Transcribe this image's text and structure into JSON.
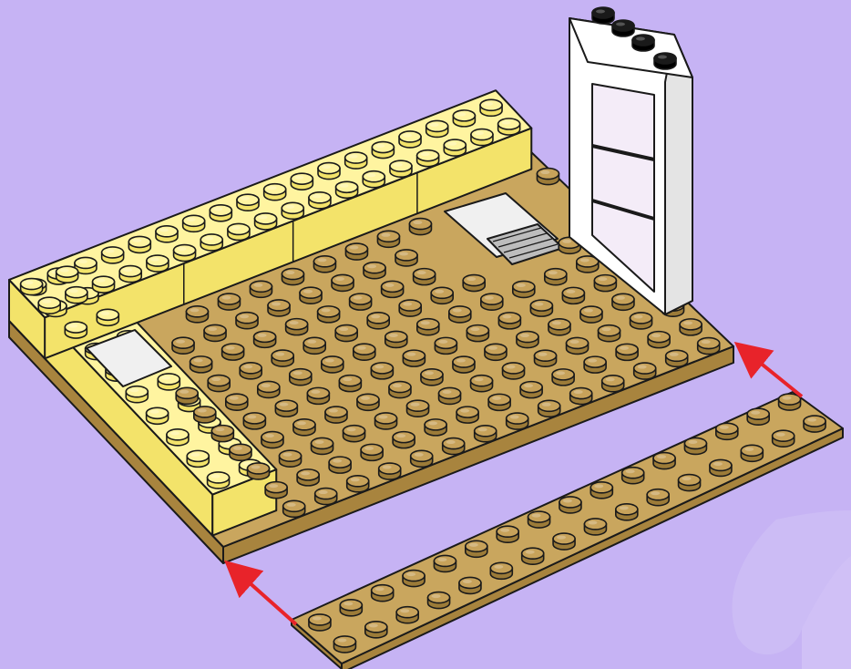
{
  "scene": {
    "background_color": "#c6b3f4",
    "colors": {
      "tan_plate": "#c9a65e",
      "tan_plate_side": "#a8843e",
      "tan_stud": "#c7a25a",
      "tan_stud_side": "#9c7b38",
      "yellow_brick": "#fff4a0",
      "yellow_brick_side": "#f3e36a",
      "window_frame": "#ffffff",
      "window_glass": "#f4ecf8",
      "door_stud": "#1a1a1a",
      "tile_white": "#f0f0f0",
      "grille_gray": "#bdbdbd",
      "arrow_red": "#e8232a",
      "outline": "#1a1a1a"
    },
    "main_plate": {
      "columns": 16,
      "rows": 12
    },
    "new_plate": {
      "columns": 16,
      "rows": 2
    },
    "wall_left_studs": 10,
    "wall_back_studs": 18,
    "arrows": 2,
    "watermark": "butterfly-silhouette"
  }
}
